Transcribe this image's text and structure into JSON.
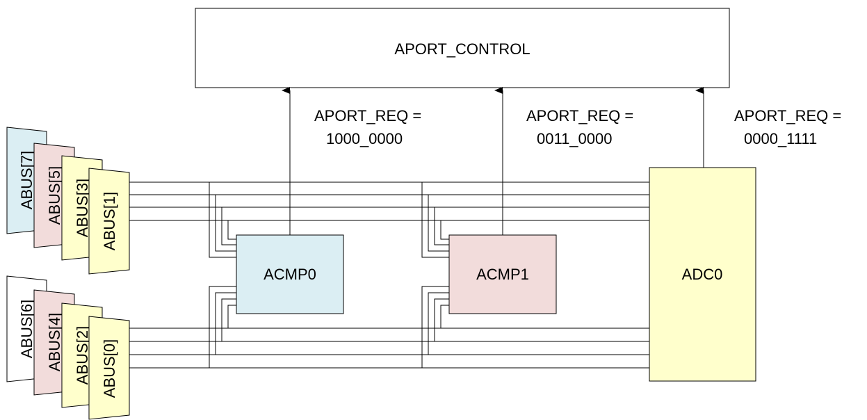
{
  "aport_control": {
    "label": "APORT_CONTROL"
  },
  "requests": [
    {
      "line1": "APORT_REQ =",
      "line2": "1000_0000"
    },
    {
      "line1": "APORT_REQ =",
      "line2": "0011_0000"
    },
    {
      "line1": "APORT_REQ =",
      "line2": "0000_1111"
    }
  ],
  "blocks": {
    "acmp0": {
      "label": "ACMP0",
      "color": "#dbeef3"
    },
    "acmp1": {
      "label": "ACMP1",
      "color": "#f2dcdb"
    },
    "adc0": {
      "label": "ADC0",
      "color": "#ffffcc"
    }
  },
  "bus_groups": {
    "upper": [
      {
        "label": "ABUS[7]",
        "color": "#dbeef3"
      },
      {
        "label": "ABUS[5]",
        "color": "#f2dcdb"
      },
      {
        "label": "ABUS[3]",
        "color": "#ffffcc"
      },
      {
        "label": "ABUS[1]",
        "color": "#ffffcc"
      }
    ],
    "lower": [
      {
        "label": "ABUS[6]",
        "color": "#ffffff"
      },
      {
        "label": "ABUS[4]",
        "color": "#f2dcdb"
      },
      {
        "label": "ABUS[2]",
        "color": "#ffffcc"
      },
      {
        "label": "ABUS[0]",
        "color": "#ffffcc"
      }
    ]
  }
}
